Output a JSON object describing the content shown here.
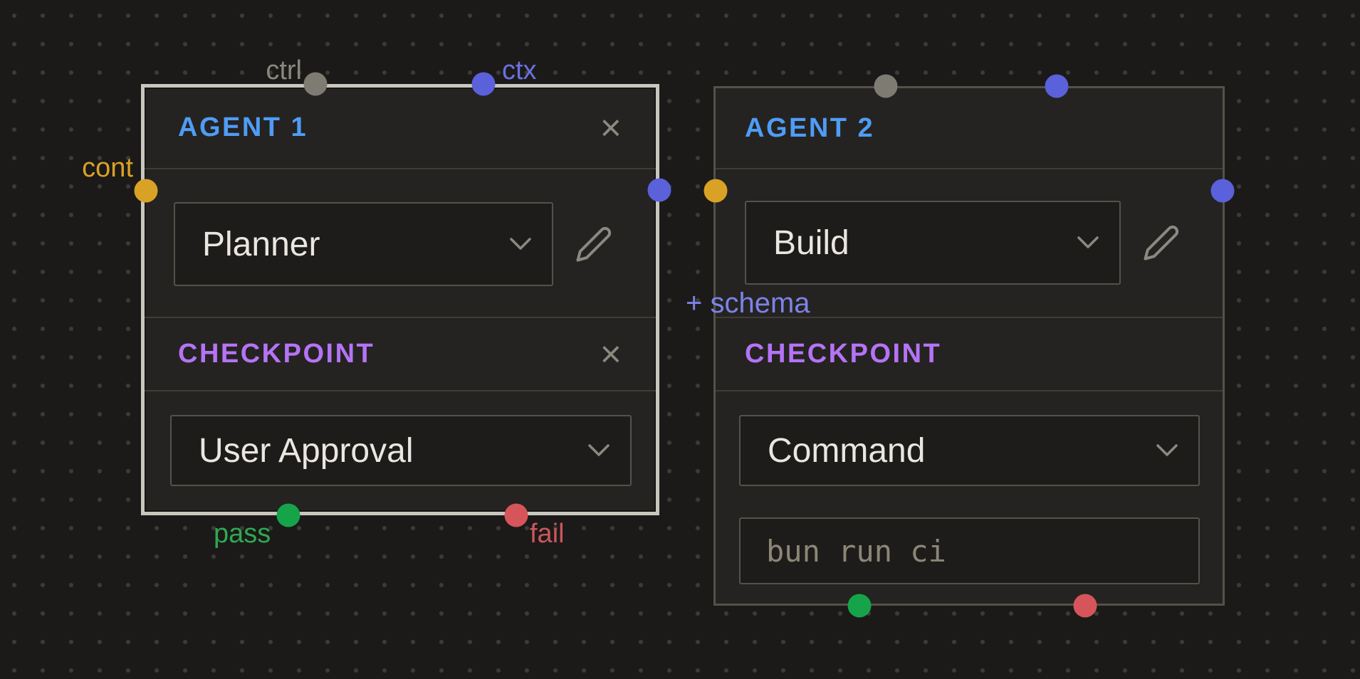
{
  "canvas": {
    "background": "#1b1a18",
    "grid_dot": "#3b3b38"
  },
  "palette": {
    "agent_title": "#4f9cf6",
    "checkpoint_title": "#b573f5",
    "muted_icon": "#8b8980",
    "text": "#eae7e1",
    "placeholder": "#8c8677",
    "selected_border": "#c8c6be",
    "node_border": "#53524a",
    "handle_gray": "#7e7b72",
    "handle_blue": "#5a61da",
    "handle_orange": "#d9a226",
    "handle_green": "#16a44a",
    "handle_red": "#d5555a",
    "label_ctrl": "#8a887e",
    "label_ctx": "#6a71e2",
    "label_cont": "#d9a226",
    "label_pass": "#2fa852",
    "label_fail": "#c9575d",
    "label_schema": "#7c83e8"
  },
  "agent1": {
    "title": "AGENT 1",
    "close_icon": "×",
    "agent_select": {
      "value": "Planner"
    },
    "checkpoint": {
      "title": "CHECKPOINT",
      "close_icon": "×",
      "select": {
        "value": "User Approval"
      }
    },
    "ports": {
      "ctrl": "ctrl",
      "ctx": "ctx",
      "cont": "cont",
      "pass": "pass",
      "fail": "fail"
    }
  },
  "agent2": {
    "title": "AGENT 2",
    "agent_select": {
      "value": "Build"
    },
    "schema_button": "+ schema",
    "checkpoint": {
      "title": "CHECKPOINT",
      "select": {
        "value": "Command"
      },
      "command_input": {
        "value": "",
        "placeholder": "bun run ci"
      }
    }
  }
}
